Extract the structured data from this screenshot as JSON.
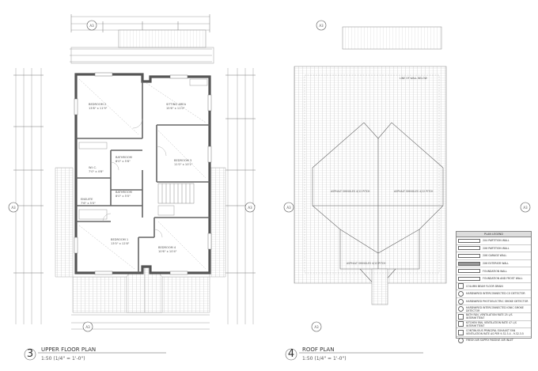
{
  "views": [
    {
      "number": "3",
      "title": "UPPER FLOOR PLAN",
      "scale": "1:50 (1/4\" = 1'-0\")"
    },
    {
      "number": "4",
      "title": "ROOF PLAN",
      "scale": "1:50 (1/4\" = 1'-0\")"
    }
  ],
  "section_markers": {
    "left_top": "A3",
    "right_top": "A3",
    "left_side": "A3",
    "right_side": "A3",
    "bottom": "A3"
  },
  "rooms": [
    {
      "key": "bedroom2",
      "name": "BEDROOM 2",
      "dim": "13'8\" x 11'9\""
    },
    {
      "key": "sitting",
      "name": "SITTING AREA",
      "dim": "15'6\" x 11'0\""
    },
    {
      "key": "bedroom3",
      "name": "BEDROOM 3",
      "dim": "11'0\" x 10'1\""
    },
    {
      "key": "bathroom",
      "name": "BATHROOM",
      "dim": "8'0\" x 5'6\""
    },
    {
      "key": "bathroom2",
      "name": "BATHROOM",
      "dim": "8'0\" x 5'0\""
    },
    {
      "key": "ensuite",
      "name": "ENSUITE",
      "dim": "7'6\" x 5'0\""
    },
    {
      "key": "bedroom1",
      "name": "BEDROOM 1",
      "dim": "13'0\" x 12'8\""
    },
    {
      "key": "bedroom4",
      "name": "BEDROOM 4",
      "dim": "10'6\" x 10'4\""
    },
    {
      "key": "wic",
      "name": "W.I.C.",
      "dim": "7'0\" x 4'8\""
    }
  ],
  "roof_labels": {
    "line_upper": "LINE OF WALL BELOW",
    "ridge_left": "ASPHALT SHINGLES 4/12 PITCH",
    "ridge_right": "ASPHALT SHINGLES 4/12 PITCH",
    "lower": "ASPHALT SHINGLES 4/12 PITCH"
  },
  "legend": {
    "title": "PLAN LEGEND",
    "items": [
      {
        "label": "2X4 PARTITION WALL",
        "icon": "hatch-swatch"
      },
      {
        "label": "2X6 PARTITION WALL",
        "icon": "hatch-swatch"
      },
      {
        "label": "2X6 GARAGE WALL",
        "icon": "hatch-swatch"
      },
      {
        "label": "2X6 EXTERIOR WALL",
        "icon": "hatch-swatch"
      },
      {
        "label": "FOUNDATION WALL",
        "icon": "hatch-swatch"
      },
      {
        "label": "FOUNDATION AND FROST WALL",
        "icon": "hatch-swatch"
      },
      {
        "label": "COLUMN     BEAM     FLOOR DRAIN",
        "icon": "column-icon"
      },
      {
        "label": "HARDWIRED INTERCONNECTED CO DETECTOR",
        "icon": "detector-icon"
      },
      {
        "label": "HARDWIRED PHOTOELECTRIC SMOKE DETECTOR",
        "icon": "detector-icon"
      },
      {
        "label": "HARDWIRED INTERCONNECTED IONIC SMOKE DETECTOR",
        "icon": "detector-icon"
      },
      {
        "label": "BATH FAN, VENTILATION RATE 25 L/S INTERMITTENT",
        "icon": "fan-icon"
      },
      {
        "label": "KITCHEN FAN, VENTILATION RATE 47 L/S INTERMITTENT",
        "icon": "fan-icon"
      },
      {
        "label": "CONTINUOUS PRINCIPAL EXHAUST FAN VENTILATION RATE AS PER 9.32.3.4 - 9.32.3.5",
        "icon": "fan-icon"
      },
      {
        "label": "FRESH AIR SUPPLY     PASSIVE AIR INLET",
        "icon": "air-icon"
      }
    ]
  }
}
